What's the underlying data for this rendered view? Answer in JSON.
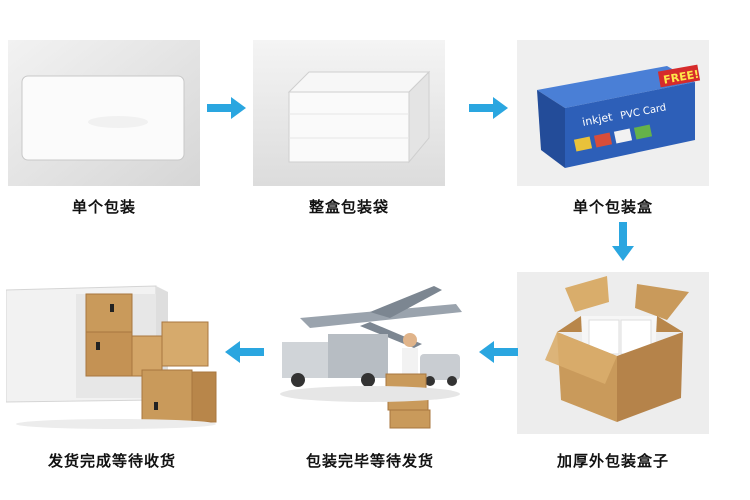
{
  "steps": [
    {
      "label": "单个包装"
    },
    {
      "label": "整盒包装袋"
    },
    {
      "label": "单个包装盒"
    },
    {
      "label": "加厚外包装盒子"
    },
    {
      "label": "包装完毕等待发货"
    },
    {
      "label": "发货完成等待收货"
    }
  ],
  "box": {
    "brand": "inkjet",
    "text": "PVC Card",
    "badge": "FREE!"
  },
  "colors": {
    "arrow": "#2aa6e0",
    "panel": "#ebebeb",
    "box_blue": "#2d5fb8",
    "cardboard": "#c99a5b"
  }
}
